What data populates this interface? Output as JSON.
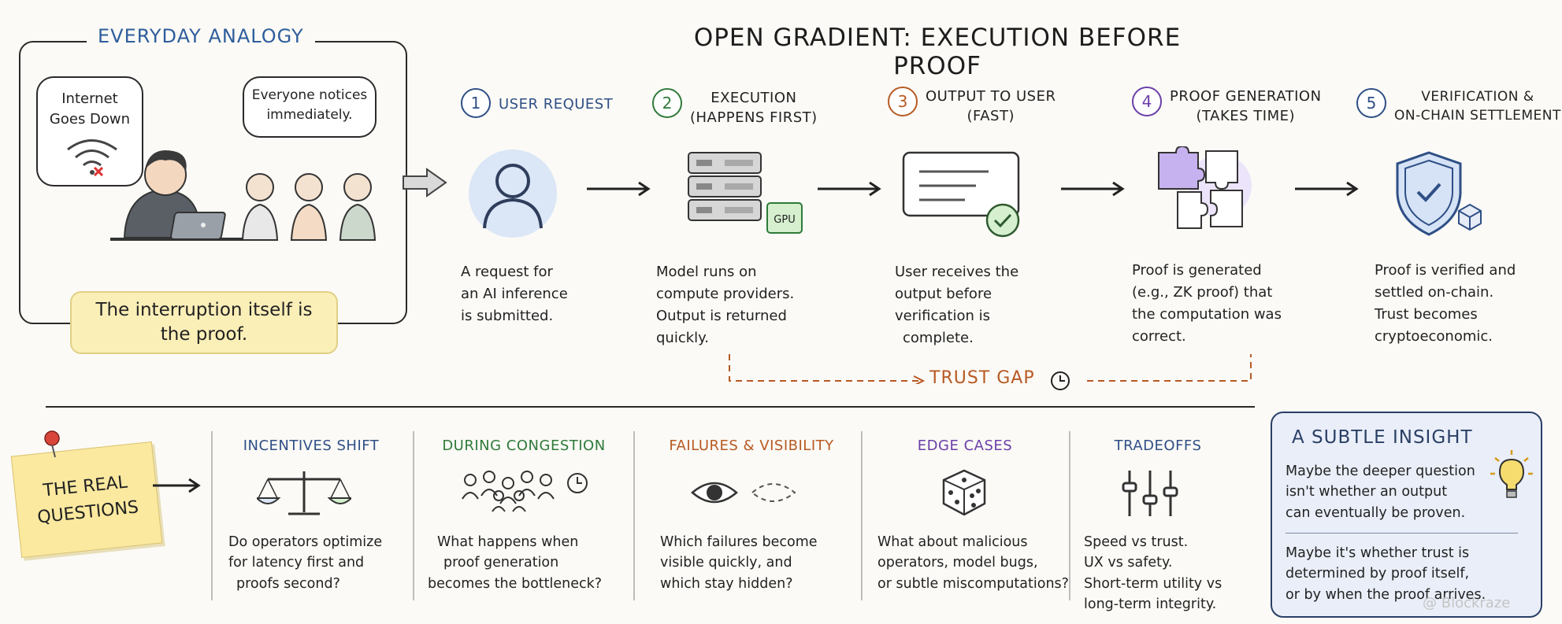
{
  "title": "OPEN GRADIENT: EXECUTION BEFORE PROOF",
  "analogy": {
    "heading": "EVERYDAY ANALOGY",
    "bubble_left": [
      "Internet",
      "Goes Down"
    ],
    "bubble_right": [
      "Everyone notices",
      "immediately."
    ],
    "callout": [
      "The interruption itself is",
      "the proof."
    ]
  },
  "steps": [
    {
      "number": "1",
      "title": [
        "USER REQUEST"
      ],
      "desc": [
        "A request for",
        "an AI inference",
        "is submitted."
      ],
      "color": "#2f4f86"
    },
    {
      "number": "2",
      "title": [
        "EXECUTION",
        "(HAPPENS FIRST)"
      ],
      "desc": [
        "Model runs on",
        "compute providers.",
        "Output is returned",
        "quickly."
      ],
      "color": "#2f7a3a"
    },
    {
      "number": "3",
      "title": [
        "OUTPUT TO USER",
        "(FAST)"
      ],
      "desc": [
        "User receives the",
        "output before",
        "verification is",
        "complete."
      ],
      "color": "#b75a23"
    },
    {
      "number": "4",
      "title": [
        "PROOF GENERATION",
        "(TAKES TIME)"
      ],
      "desc": [
        "Proof is generated",
        "(e.g., ZK proof) that",
        "the computation was",
        "correct."
      ],
      "color": "#6a3fa8"
    },
    {
      "number": "5",
      "title": [
        "VERIFICATION &",
        "ON-CHAIN SETTLEMENT"
      ],
      "desc": [
        "Proof is verified and",
        "settled on-chain.",
        "Trust becomes",
        "cryptoeconomic."
      ],
      "color": "#2f4f86"
    }
  ],
  "gpu_label": "GPU",
  "trust_gap": "TRUST GAP",
  "questions": {
    "note": [
      "THE REAL",
      "QUESTIONS"
    ],
    "columns": [
      {
        "title": "INCENTIVES SHIFT",
        "text": [
          "Do operators optimize",
          "for latency first and",
          "proofs second?"
        ],
        "color": "#2f4f86"
      },
      {
        "title": "DURING CONGESTION",
        "text": [
          "What happens when",
          "proof generation",
          "becomes the bottleneck?"
        ],
        "color": "#2f7a3a"
      },
      {
        "title": "FAILURES & VISIBILITY",
        "text": [
          "Which failures become",
          "visible quickly, and",
          "which stay hidden?"
        ],
        "color": "#b75a23"
      },
      {
        "title": "EDGE CASES",
        "text": [
          "What about malicious",
          "operators, model bugs,",
          "or subtle miscomputations?"
        ],
        "color": "#6a3fa8"
      },
      {
        "title": "TRADEOFFS",
        "text": [
          "Speed vs trust.",
          "UX vs safety.",
          "Short-term utility vs",
          "long-term integrity."
        ],
        "color": "#2f4f86"
      }
    ]
  },
  "insight": {
    "title": "A SUBTLE INSIGHT",
    "para1": [
      "Maybe the deeper question",
      "isn't whether an output",
      "can eventually be proven."
    ],
    "para2": [
      "Maybe it's whether trust is",
      "determined by proof itself,",
      "or by when the proof arrives."
    ]
  },
  "watermark": "@ Blockraze"
}
